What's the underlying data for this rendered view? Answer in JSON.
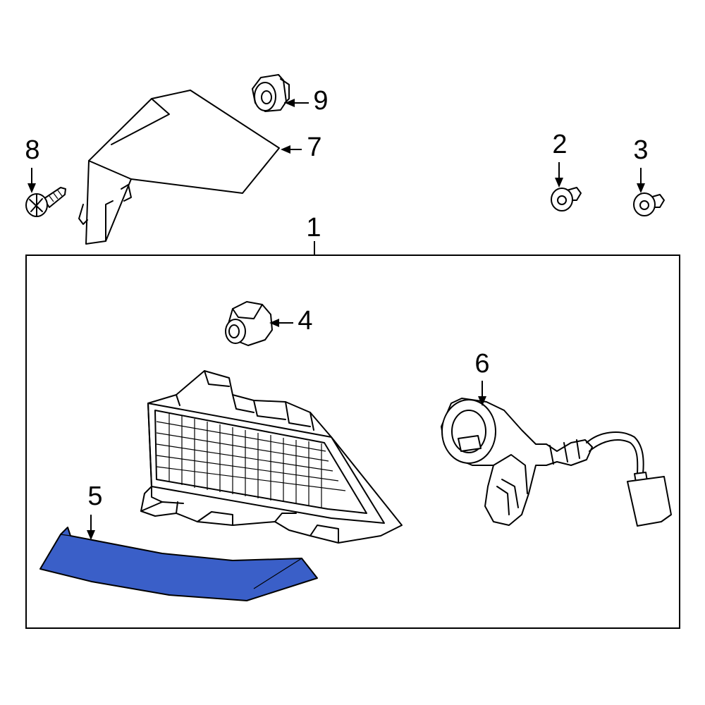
{
  "callouts": {
    "c1": "1",
    "c2": "2",
    "c3": "3",
    "c4": "4",
    "c5": "5",
    "c6": "6",
    "c7": "7",
    "c8": "8",
    "c9": "9"
  },
  "colors": {
    "highlight": "#3a5fc8",
    "line": "#000000",
    "background": "#ffffff"
  }
}
